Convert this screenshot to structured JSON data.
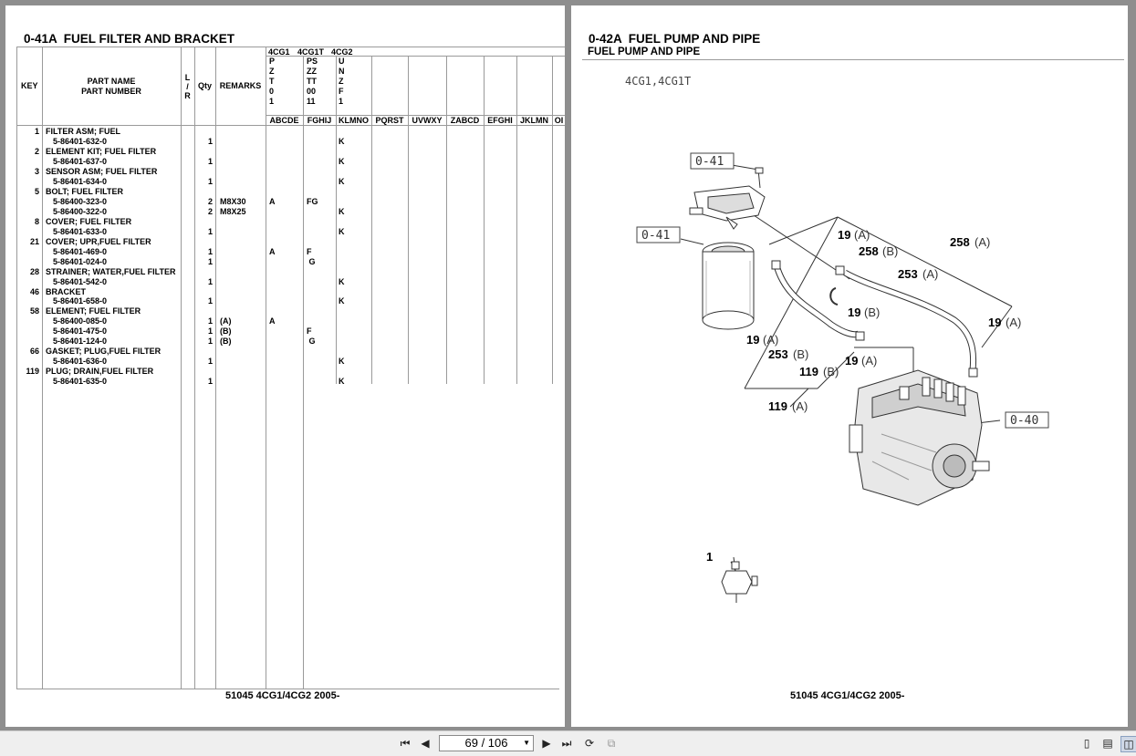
{
  "left_page": {
    "title": "0-41A  FUEL FILTER AND BRACKET",
    "footer": "51045 4CG1/4CG2 2005-",
    "headers": {
      "key": "KEY",
      "part_name": "PART NAME",
      "part_number": "PART NUMBER",
      "lr": [
        "L",
        "/",
        "R"
      ],
      "qty": "Qty",
      "remarks": "REMARKS"
    },
    "models": [
      "4CG1",
      "4CG1T",
      "4CG2"
    ],
    "model_codes": [
      [
        "P",
        "Z",
        "T",
        "0",
        "1"
      ],
      [
        "PS",
        "ZZ",
        "TT",
        "00",
        "11"
      ],
      [
        "U",
        "N",
        "Z",
        "F",
        "1"
      ]
    ],
    "spec_columns": [
      "ABCDE",
      "FGHIJ",
      "KLMNO",
      "PQRST",
      "UVWXY",
      "ZABCD",
      "EFGHI",
      "JKLMN",
      "OI"
    ],
    "rows": [
      {
        "key": "1",
        "name": "FILTER ASM; FUEL"
      },
      {
        "part": "5-86401-632-0",
        "qty": "1",
        "remarks": "",
        "c1": "",
        "c2": "",
        "c3": "K"
      },
      {
        "key": "2",
        "name": "ELEMENT KIT; FUEL FILTER"
      },
      {
        "part": "5-86401-637-0",
        "qty": "1",
        "remarks": "",
        "c1": "",
        "c2": "",
        "c3": "K"
      },
      {
        "key": "3",
        "name": "SENSOR ASM; FUEL FILTER"
      },
      {
        "part": "5-86401-634-0",
        "qty": "1",
        "remarks": "",
        "c1": "",
        "c2": "",
        "c3": "K"
      },
      {
        "key": "5",
        "name": "BOLT; FUEL FILTER"
      },
      {
        "part": "5-86400-323-0",
        "qty": "2",
        "remarks": "M8X30",
        "c1": "A",
        "c2": "FG",
        "c3": ""
      },
      {
        "part": "5-86400-322-0",
        "qty": "2",
        "remarks": "M8X25",
        "c1": "",
        "c2": "",
        "c3": "K"
      },
      {
        "key": "8",
        "name": "COVER; FUEL FILTER"
      },
      {
        "part": "5-86401-633-0",
        "qty": "1",
        "remarks": "",
        "c1": "",
        "c2": "",
        "c3": "K"
      },
      {
        "key": "21",
        "name": "COVER; UPR,FUEL FILTER"
      },
      {
        "part": "5-86401-469-0",
        "qty": "1",
        "remarks": "",
        "c1": "A",
        "c2": "F",
        "c3": ""
      },
      {
        "part": "5-86401-024-0",
        "qty": "1",
        "remarks": "",
        "c1": "",
        "c2": " G",
        "c3": ""
      },
      {
        "key": "28",
        "name": "STRAINER; WATER,FUEL FILTER"
      },
      {
        "part": "5-86401-542-0",
        "qty": "1",
        "remarks": "",
        "c1": "",
        "c2": "",
        "c3": "K"
      },
      {
        "key": "46",
        "name": "BRACKET"
      },
      {
        "part": "5-86401-658-0",
        "qty": "1",
        "remarks": "",
        "c1": "",
        "c2": "",
        "c3": "K"
      },
      {
        "key": "58",
        "name": "ELEMENT; FUEL FILTER"
      },
      {
        "part": "5-86400-085-0",
        "qty": "1",
        "remarks": "(A)",
        "c1": "A",
        "c2": "",
        "c3": ""
      },
      {
        "part": "5-86401-475-0",
        "qty": "1",
        "remarks": "(B)",
        "c1": "",
        "c2": "F",
        "c3": ""
      },
      {
        "part": "5-86401-124-0",
        "qty": "1",
        "remarks": "(B)",
        "c1": "",
        "c2": " G",
        "c3": ""
      },
      {
        "key": "66",
        "name": "GASKET; PLUG,FUEL FILTER"
      },
      {
        "part": "5-86401-636-0",
        "qty": "1",
        "remarks": "",
        "c1": "",
        "c2": "",
        "c3": "K"
      },
      {
        "key": "119",
        "name": "PLUG; DRAIN,FUEL FILTER"
      },
      {
        "part": "5-86401-635-0",
        "qty": "1",
        "remarks": "",
        "c1": "",
        "c2": "",
        "c3": "K"
      }
    ]
  },
  "right_page": {
    "title": "0-42A  FUEL PUMP AND PIPE",
    "subtitle": "FUEL PUMP AND PIPE",
    "variant": "4CG1,4CG1T",
    "footer": "51045 4CG1/4CG2 2005-",
    "ref_labels": [
      "0-41",
      "0-41",
      "0-40"
    ],
    "callouts": [
      {
        "num": "19",
        "sub": "(A)"
      },
      {
        "num": "258",
        "sub": "(B)"
      },
      {
        "num": "258",
        "sub": "(A)"
      },
      {
        "num": "253",
        "sub": "(A)"
      },
      {
        "num": "19",
        "sub": "(B)"
      },
      {
        "num": "19",
        "sub": "(A)"
      },
      {
        "num": "19",
        "sub": "(A)"
      },
      {
        "num": "253",
        "sub": "(B)"
      },
      {
        "num": "119",
        "sub": "(B)"
      },
      {
        "num": "19",
        "sub": "(A)"
      },
      {
        "num": "119",
        "sub": "(A)"
      },
      {
        "num": "1",
        "sub": ""
      }
    ]
  },
  "toolbar": {
    "page_indicator": "69 / 106",
    "icons": [
      "first-page-icon",
      "prev-page-icon",
      "next-page-icon",
      "last-page-icon",
      "rotate-icon",
      "copy-icon",
      "single-page-view-icon",
      "continuous-view-icon",
      "two-page-view-icon"
    ]
  }
}
